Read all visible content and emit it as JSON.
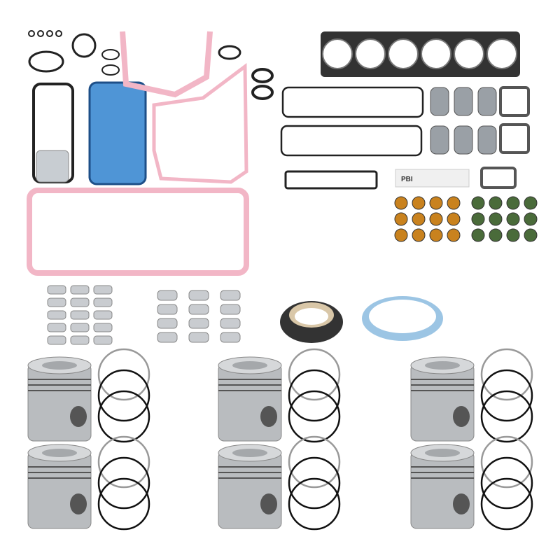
{
  "product": {
    "label_logo": "PBI",
    "components": [
      "upper-gasket-set",
      "lower-gasket-set",
      "head-gasket",
      "oil-pan-gasket",
      "valve-cover-gaskets",
      "exhaust-manifold-gaskets",
      "valve-stem-seals",
      "main-bearings",
      "rod-bearings",
      "front-crank-seal",
      "rear-crank-seal",
      "pistons",
      "piston-rings"
    ]
  },
  "colors": {
    "pink": "#f2b6c6",
    "blue": "#4f95d6",
    "black": "#222222",
    "piston": "#b9bcbf",
    "seal_green": "#4a6b3a",
    "seal_orange": "#c9821e"
  }
}
